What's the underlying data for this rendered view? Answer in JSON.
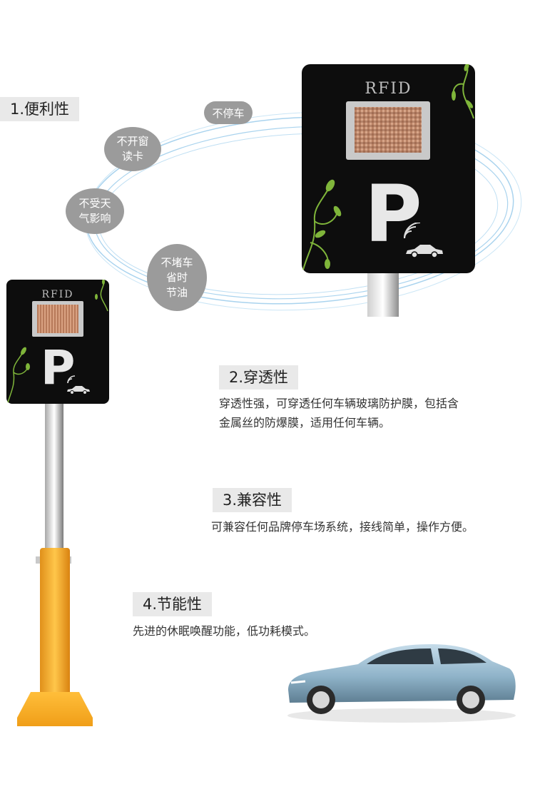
{
  "features": [
    {
      "heading": "1.便利性",
      "lines": []
    },
    {
      "heading": "2.穿透性",
      "lines": [
        "穿透性强，可穿透任何车辆玻璃防护膜，包括含",
        "金属丝的防爆膜，适用任何车辆。"
      ]
    },
    {
      "heading": "3.兼容性",
      "lines": [
        "可兼容任何品牌停车场系统，接线简单，操作方便。"
      ]
    },
    {
      "heading": "4.节能性",
      "lines": [
        "先进的休眠唤醒功能，低功耗模式。"
      ]
    }
  ],
  "bubbles": [
    "不停车",
    "不开窗\n读卡",
    "不受天\n气影响",
    "不堵车\n省时\n节油"
  ],
  "sign": {
    "brand": "RFID",
    "letter": "P"
  },
  "colors": {
    "sign_bg": "#0d0d0d",
    "vine": "#7fb53a",
    "pole_base": "#f5a623",
    "orbit": "#a9d3ee",
    "bubble": "#9b9b9b",
    "heading_bg": "#e9e9e9"
  },
  "icons": [
    "vine-ornament-icon",
    "wireless-signal-icon",
    "car-icon",
    "rfid-reader-icon"
  ]
}
